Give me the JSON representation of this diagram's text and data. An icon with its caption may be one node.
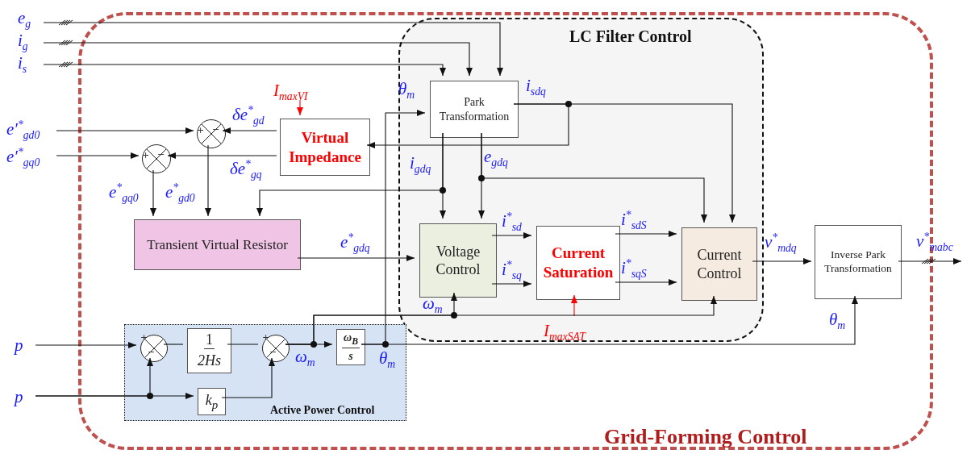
{
  "diagram": {
    "nodes": [
      {
        "text": [
          "Grid-Forming Control"
        ]
      },
      {
        "text": [
          "LC Filter Control"
        ],
        "in": 0
      },
      {
        "text": [
          "Active Power Control"
        ],
        "in": 0
      },
      {
        "text": [
          "Park Transformation"
        ],
        "in": 1
      },
      {
        "text": [
          "Virtual Impedance"
        ],
        "in": 0
      },
      {
        "text": [
          "Transient Virtual Resistor"
        ],
        "in": 0
      },
      {
        "text": [
          "Voltage Control"
        ],
        "in": 1
      },
      {
        "text": [
          "Current Saturation"
        ],
        "in": 1
      },
      {
        "text": [
          "Current Control"
        ],
        "in": 1
      },
      {
        "text": [
          "Inverse Park Transformation"
        ],
        "in": 0
      },
      {
        "text": [],
        "shape": "circle",
        "in": 0
      },
      {
        "text": [],
        "shape": "circle",
        "in": 0
      },
      {
        "text": [],
        "shape": "circle",
        "in": 2
      },
      {
        "text": [
          "1",
          "2Hs"
        ],
        "in": 2
      },
      {
        "text": [],
        "shape": "circle",
        "in": 2
      },
      {
        "text": [
          "ω$_{B}$",
          "s"
        ],
        "in": 2
      },
      {
        "text": [
          "k$_{p}$"
        ],
        "in": 2
      },
      {
        "text": [
          "e$_{g}$"
        ]
      },
      {
        "text": [
          "i$_{g}$"
        ]
      },
      {
        "text": [
          "i$_{s}$"
        ]
      },
      {
        "text": [
          "e′$^{*}$$_{gd0}$"
        ]
      },
      {
        "text": [
          "e′$^{*}$$_{gq0}$"
        ]
      },
      {
        "text": [
          "p"
        ]
      },
      {
        "text": [
          "p"
        ]
      },
      {
        "text": [
          "I$_{maxVI}$"
        ],
        "in": 0
      },
      {
        "text": [
          "I$_{maxSAT}$"
        ],
        "in": 1
      }
    ],
    "edges": [
      {
        "from": 17,
        "to": 3,
        "arrow": "to"
      },
      {
        "from": 18,
        "to": 3,
        "arrow": "to"
      },
      {
        "from": 19,
        "to": 3,
        "arrow": "to"
      },
      {
        "from": 3,
        "to": 4,
        "arrow": "to"
      },
      {
        "from": 3,
        "to": 8,
        "arrow": "to",
        "label": "i$_{sdq}$"
      },
      {
        "from": 3,
        "to": 6,
        "arrow": "to",
        "label": "i$_{gdq}$"
      },
      {
        "from": 3,
        "to": 5,
        "arrow": "to"
      },
      {
        "from": 3,
        "to": 6,
        "arrow": "to",
        "label": "e$_{gdq}$"
      },
      {
        "from": 3,
        "to": 8,
        "arrow": "to"
      },
      {
        "from": 4,
        "to": 10,
        "arrow": "to",
        "label": "δe$^{*}$$_{gd}$"
      },
      {
        "from": 4,
        "to": 11,
        "arrow": "to",
        "label": "δe$^{*}$$_{gq}$"
      },
      {
        "from": 24,
        "to": 4,
        "arrow": "to",
        "color": "#ff0000"
      },
      {
        "from": 20,
        "to": 10,
        "arrow": "to"
      },
      {
        "from": 21,
        "to": 11,
        "arrow": "to"
      },
      {
        "from": 11,
        "to": 5,
        "arrow": "to",
        "label": "e$^{*}$$_{gq0}$"
      },
      {
        "from": 10,
        "to": 5,
        "arrow": "to",
        "label": "e$^{*}$$_{gd0}$"
      },
      {
        "from": 5,
        "to": 6,
        "arrow": "to",
        "label": "e$^{*}$$_{gdq}$"
      },
      {
        "from": 6,
        "to": 7,
        "arrow": "to",
        "label": "i$^{*}$$_{sd}$"
      },
      {
        "from": 6,
        "to": 7,
        "arrow": "to",
        "label": "i$^{*}$$_{sq}$"
      },
      {
        "from": 7,
        "to": 8,
        "arrow": "to",
        "label": "i$^{*}$$_{sdS}$"
      },
      {
        "from": 7,
        "to": 8,
        "arrow": "to",
        "label": "i$^{*}$$_{sqS}$"
      },
      {
        "from": 25,
        "to": 7,
        "arrow": "to",
        "color": "#ff0000"
      },
      {
        "from": 8,
        "to": 9,
        "arrow": "to",
        "label": "v$^{*}$$_{mdq}$"
      },
      {
        "from": 9,
        "to": null,
        "arrow": "to",
        "label": "v$^{*}$$_{mabc}$"
      },
      {
        "from": 22,
        "to": 12,
        "arrow": "to"
      },
      {
        "from": 23,
        "to": 12,
        "arrow": "to"
      },
      {
        "from": 23,
        "to": 16,
        "arrow": "to"
      },
      {
        "from": 16,
        "to": 14,
        "arrow": "to"
      },
      {
        "from": 12,
        "to": 13,
        "arrow": "none"
      },
      {
        "from": 13,
        "to": 14,
        "arrow": "none"
      },
      {
        "from": 14,
        "to": 15,
        "arrow": "to",
        "label": "ω$_{m}$"
      },
      {
        "from": 14,
        "to": 6,
        "arrow": "to",
        "label": "ω$_{m}$"
      },
      {
        "from": 14,
        "to": 8,
        "arrow": "to"
      },
      {
        "from": 15,
        "to": 3,
        "arrow": "to",
        "label": "θ$_{m}$"
      },
      {
        "from": 15,
        "to": 9,
        "arrow": "to",
        "label": "θ$_{m}$"
      }
    ],
    "labels": [
      "+",
      "−",
      "+",
      "−",
      "+",
      "−",
      "+",
      "−",
      "θ$_{m}$"
    ]
  }
}
